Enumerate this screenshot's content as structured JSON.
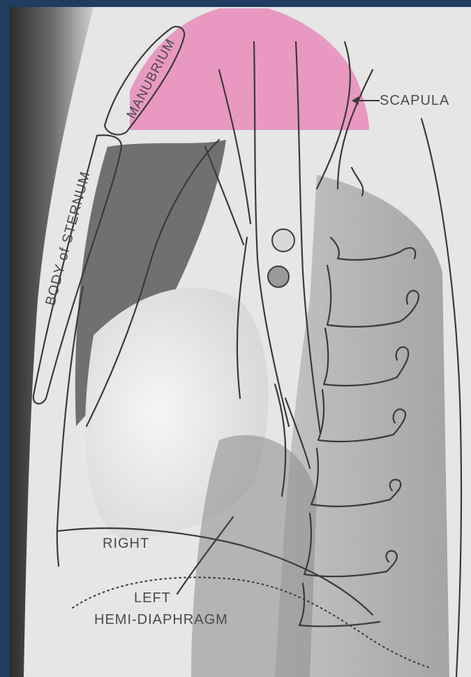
{
  "labels": {
    "scapula": "SCAPULA",
    "manubrium": "MANUBRIUM",
    "body_of_sternum": "BODY of STERNUM",
    "right": "RIGHT",
    "left": "LEFT",
    "hemi_diaphragm": "HEMI-DIAPHRAGM"
  },
  "colors": {
    "background": "#1f3d60",
    "scapula_highlight": "#e87fb4",
    "line_ink": "#3a3a3a"
  }
}
